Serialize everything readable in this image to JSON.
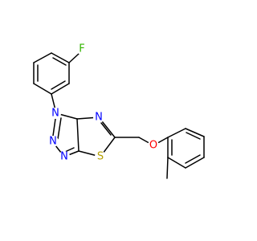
{
  "molecule": {
    "atom_labels": [
      {
        "symbol": "F",
        "element": "F"
      },
      {
        "symbol": "N",
        "element": "N"
      },
      {
        "symbol": "N",
        "element": "N"
      },
      {
        "symbol": "N",
        "element": "N"
      },
      {
        "symbol": "N",
        "element": "N"
      },
      {
        "symbol": "S",
        "element": "S"
      },
      {
        "symbol": "O",
        "element": "O"
      }
    ]
  },
  "colors": {
    "bond": "#000000",
    "nitrogen": "#0000ff",
    "sulfur": "#b5a000",
    "oxygen": "#ff0000",
    "fluorine": "#32b400"
  }
}
